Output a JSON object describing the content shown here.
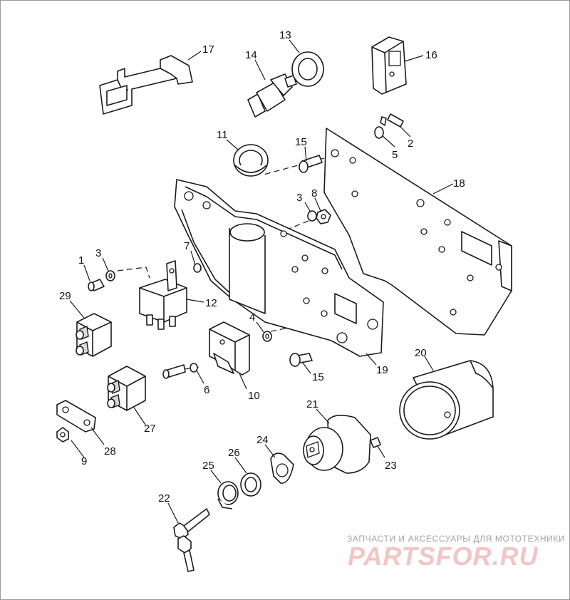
{
  "diagram": {
    "callouts": [
      "17",
      "13",
      "14",
      "16",
      "2",
      "11",
      "15",
      "5",
      "18",
      "3",
      "8",
      "7",
      "1",
      "3",
      "29",
      "12",
      "4",
      "6",
      "15",
      "19",
      "10",
      "20",
      "21",
      "24",
      "27",
      "28",
      "9",
      "26",
      "25",
      "23",
      "22"
    ]
  },
  "watermark": {
    "caption": "ЗАПЧАСТИ И АКСЕССУАРЫ ДЛЯ МОТОТЕХНИКИ",
    "logo": "PARTSFOR.RU"
  },
  "colors": {
    "line": "#1a1a1a",
    "watermark_text": "#a3a3a3",
    "watermark_logo": "#f3c4c4"
  }
}
